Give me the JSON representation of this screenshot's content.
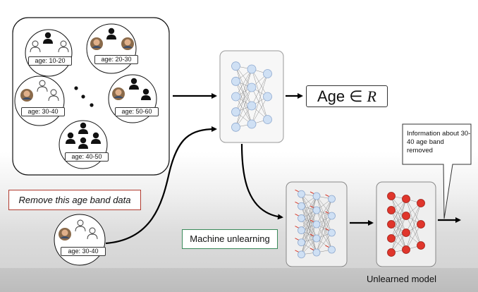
{
  "groups": [
    {
      "label": "age: 10-20"
    },
    {
      "label": "age: 20-30"
    },
    {
      "label": "age: 30-40"
    },
    {
      "label": "age: 50-60"
    },
    {
      "label": "age: 40-50"
    }
  ],
  "output": {
    "prefix": "Age ∈ ",
    "symbol": "R"
  },
  "remove_label": "Remove this age band data",
  "removed_group_label": "age: 30-40",
  "unlearning_label": "Machine unlearning",
  "callout_text": "Information about 30-40 age band removed",
  "unlearned_caption": "Unlearned model",
  "colors": {
    "neuron_fill": "#cfe0f4",
    "neuron_stroke": "#8ea9cf",
    "red_neuron": "#e0362c",
    "remove_border": "#b03a2e",
    "unlearning_border": "#3a8a5a"
  }
}
